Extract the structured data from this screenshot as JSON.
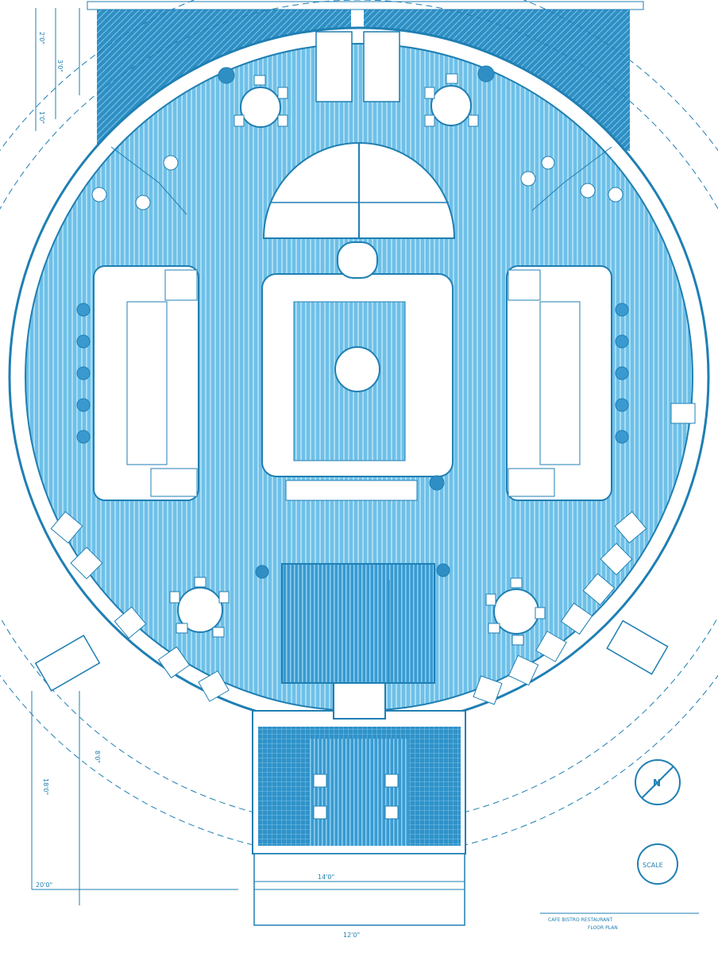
{
  "colors": {
    "floor": "#7cc7ea",
    "floor_dark": "#56b0de",
    "line": "#1f7fb3",
    "wall": "#ffffff",
    "stripe": "#a9dcf3",
    "water": "#2f8fc4",
    "tile": "#3a9ad0",
    "paper": "#ffffff"
  },
  "labels": {
    "dim_left_top_1": "2'0\"",
    "dim_left_top_2": "3'0\"",
    "dim_left_top_3": "1'0\"",
    "dim_left_mid_1": "8'0\"",
    "dim_left_mid_2": "18'0\"",
    "dim_left_bottom": "20'0\"",
    "dim_entry": "14'0\"",
    "dim_bottom": "12'0\"",
    "compass_top": "N",
    "compass_bottom": "SCALE",
    "title_line_1": "CAFE BISTRO RESTAURANT",
    "title_line_2": "FLOOR PLAN"
  },
  "icons": [
    "compass-icon",
    "scale-icon",
    "plant-icon",
    "chair-icon",
    "round-table-icon"
  ]
}
